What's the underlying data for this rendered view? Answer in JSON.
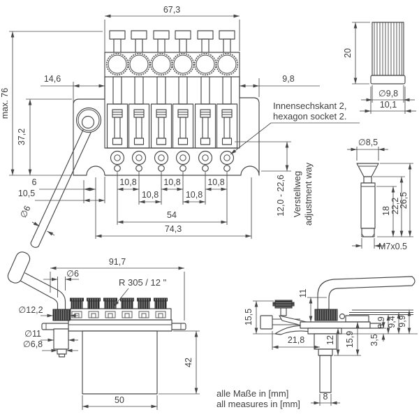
{
  "palette": {
    "line": "#474747",
    "text": "#3e3e3e",
    "dark_fill": "#303030",
    "background": "#ffffff"
  },
  "front": {
    "dim_width_top": "67,3",
    "dim_max_height": "max. 76",
    "dim_body_offset_left": "14,6",
    "dim_body_height": "37,2",
    "dim_offset_right": "9,8",
    "label_hex_socket_de": "Innensechskant 2,",
    "label_hex_socket_en": "hexagon socket 2.",
    "dim_6": "6",
    "dim_10_5": "10,5",
    "dim_arm_dia": "∅6",
    "dim_string_spacing": "10,8",
    "dim_string_span": "54",
    "dim_stud_span": "74,3",
    "dim_adjust_range": "12,0 - 22,6",
    "label_adjust_de": "Verstellweg",
    "label_adjust_en": "adjustment way"
  },
  "tuner_detail": {
    "dim_height": "20",
    "dim_dia": "∅9,8",
    "dim_width": "10,1"
  },
  "stud_detail": {
    "dim_head_dia": "∅8,5",
    "dim_18": "18",
    "dim_22_2": "22,2",
    "dim_26_5": "26,5",
    "dim_thread": "M7x0.5"
  },
  "side": {
    "dim_width": "91,7",
    "dim_arm_dia": "∅6",
    "label_radius": "R 305 / 12 \"",
    "dim_collar_dia": "∅12,2",
    "dim_bush_dia": "∅11",
    "dim_tip_dia": "∅6,8",
    "dim_block_height": "42",
    "dim_block_width": "50"
  },
  "side2": {
    "dim_11": "11",
    "dim_15_5": "15,5",
    "dim_21_8": "21,8",
    "dim_12": "12",
    "dim_15_9": "15,9",
    "dim_3_5": "3,5",
    "dim_8_9": "8,9",
    "dim_9_4": "9,4",
    "dim_9_9": "9,9",
    "dim_8": "8"
  },
  "footer": {
    "note_de": "alle Maße in [mm]",
    "note_en": "all measures in [mm]"
  }
}
